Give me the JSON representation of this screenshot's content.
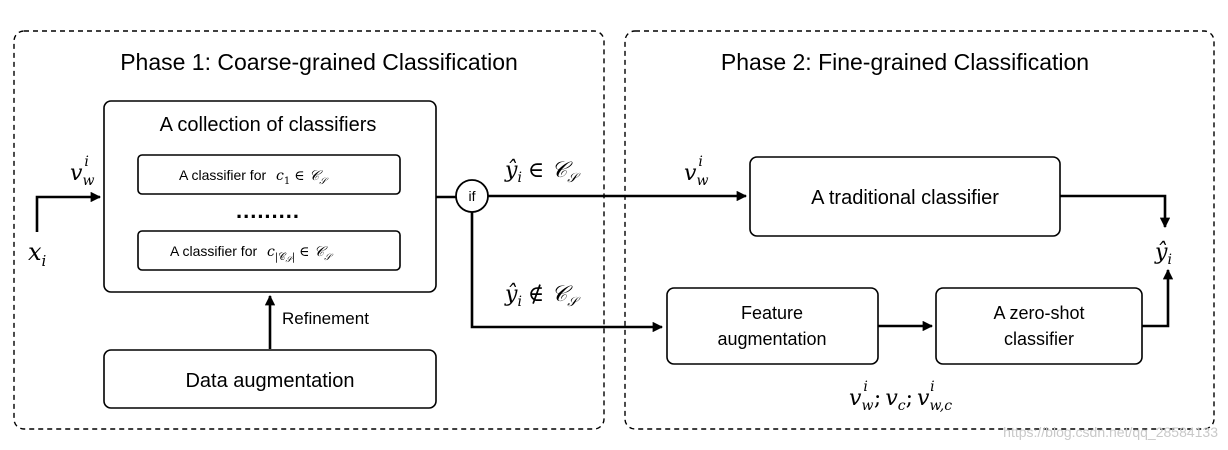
{
  "phase1": {
    "title": "Phase 1: Coarse-grained Classification",
    "collection_title": "A collection of classifiers",
    "classifier_1": "A classifier  for",
    "classifier_n": "A classifier  for",
    "ellipsis": ".........",
    "data_augmentation": "Data augmentation",
    "refinement": "Refinement",
    "input_label": "x",
    "input_sub": "i",
    "vector_label": "v",
    "vector_sub": "w",
    "vector_sup": "i"
  },
  "decision": {
    "label": "if",
    "seen_condition": "ŷ",
    "unseen_condition": "ŷ"
  },
  "phase2": {
    "title": "Phase 2: Fine-grained Classification",
    "traditional_classifier": "A traditional classifier",
    "feature_augmentation_line1": "Feature",
    "feature_augmentation_line2": "augmentation",
    "zero_shot_line1": "A zero-shot",
    "zero_shot_line2": "classifier",
    "output_label": "ŷ",
    "output_sub": "i"
  },
  "watermark": "https://blog.csdn.net/qq_28584133"
}
